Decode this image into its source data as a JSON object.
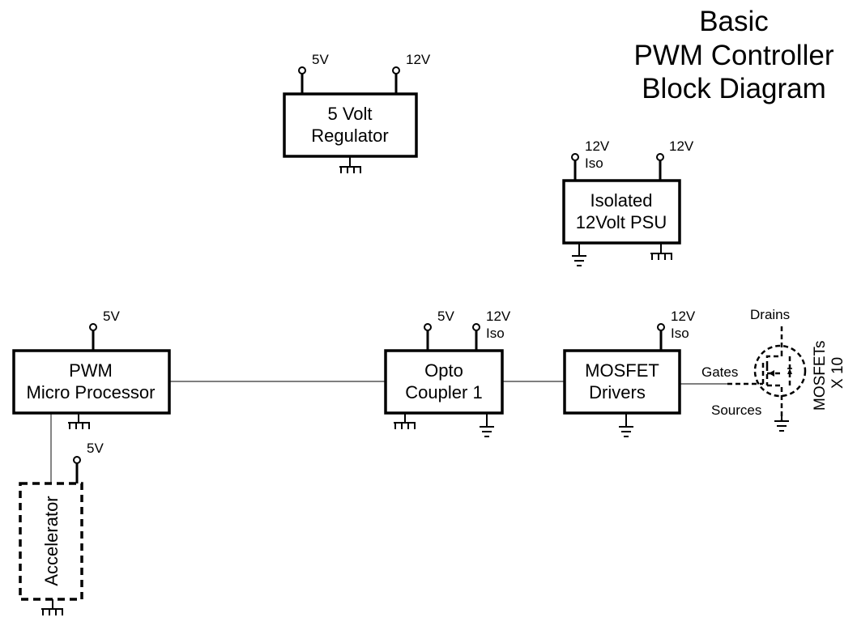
{
  "title": {
    "line1": "Basic",
    "line2": "PWM Controller",
    "line3": "Block Diagram"
  },
  "blocks": {
    "regulator": {
      "line1": "5 Volt",
      "line2": "Regulator",
      "pins": [
        "5V",
        "12V"
      ],
      "ground": "chassis"
    },
    "psu": {
      "line1": "Isolated",
      "line2": "12Volt PSU",
      "pin1a": "12V",
      "pin1b": "Iso",
      "pin2": "12V",
      "grounds": [
        "earth",
        "chassis"
      ]
    },
    "micro": {
      "line1": "PWM",
      "line2": "Micro Processor",
      "pin": "5V",
      "ground": "chassis"
    },
    "opto": {
      "line1": "Opto",
      "line2": "Coupler 1",
      "pin1": "5V",
      "pin2a": "12V",
      "pin2b": "Iso",
      "grounds": [
        "chassis",
        "earth"
      ]
    },
    "drivers": {
      "line1": "MOSFET",
      "line2": "Drivers",
      "pina": "12V",
      "pinb": "Iso",
      "ground": "earth"
    },
    "accelerator": {
      "label": "Accelerator",
      "pin": "5V",
      "ground": "chassis",
      "style": "dashed"
    },
    "mosfets": {
      "drains": "Drains",
      "gates": "Gates",
      "sources": "Sources",
      "label1": "MOSFETs",
      "label2": "X 10"
    }
  }
}
